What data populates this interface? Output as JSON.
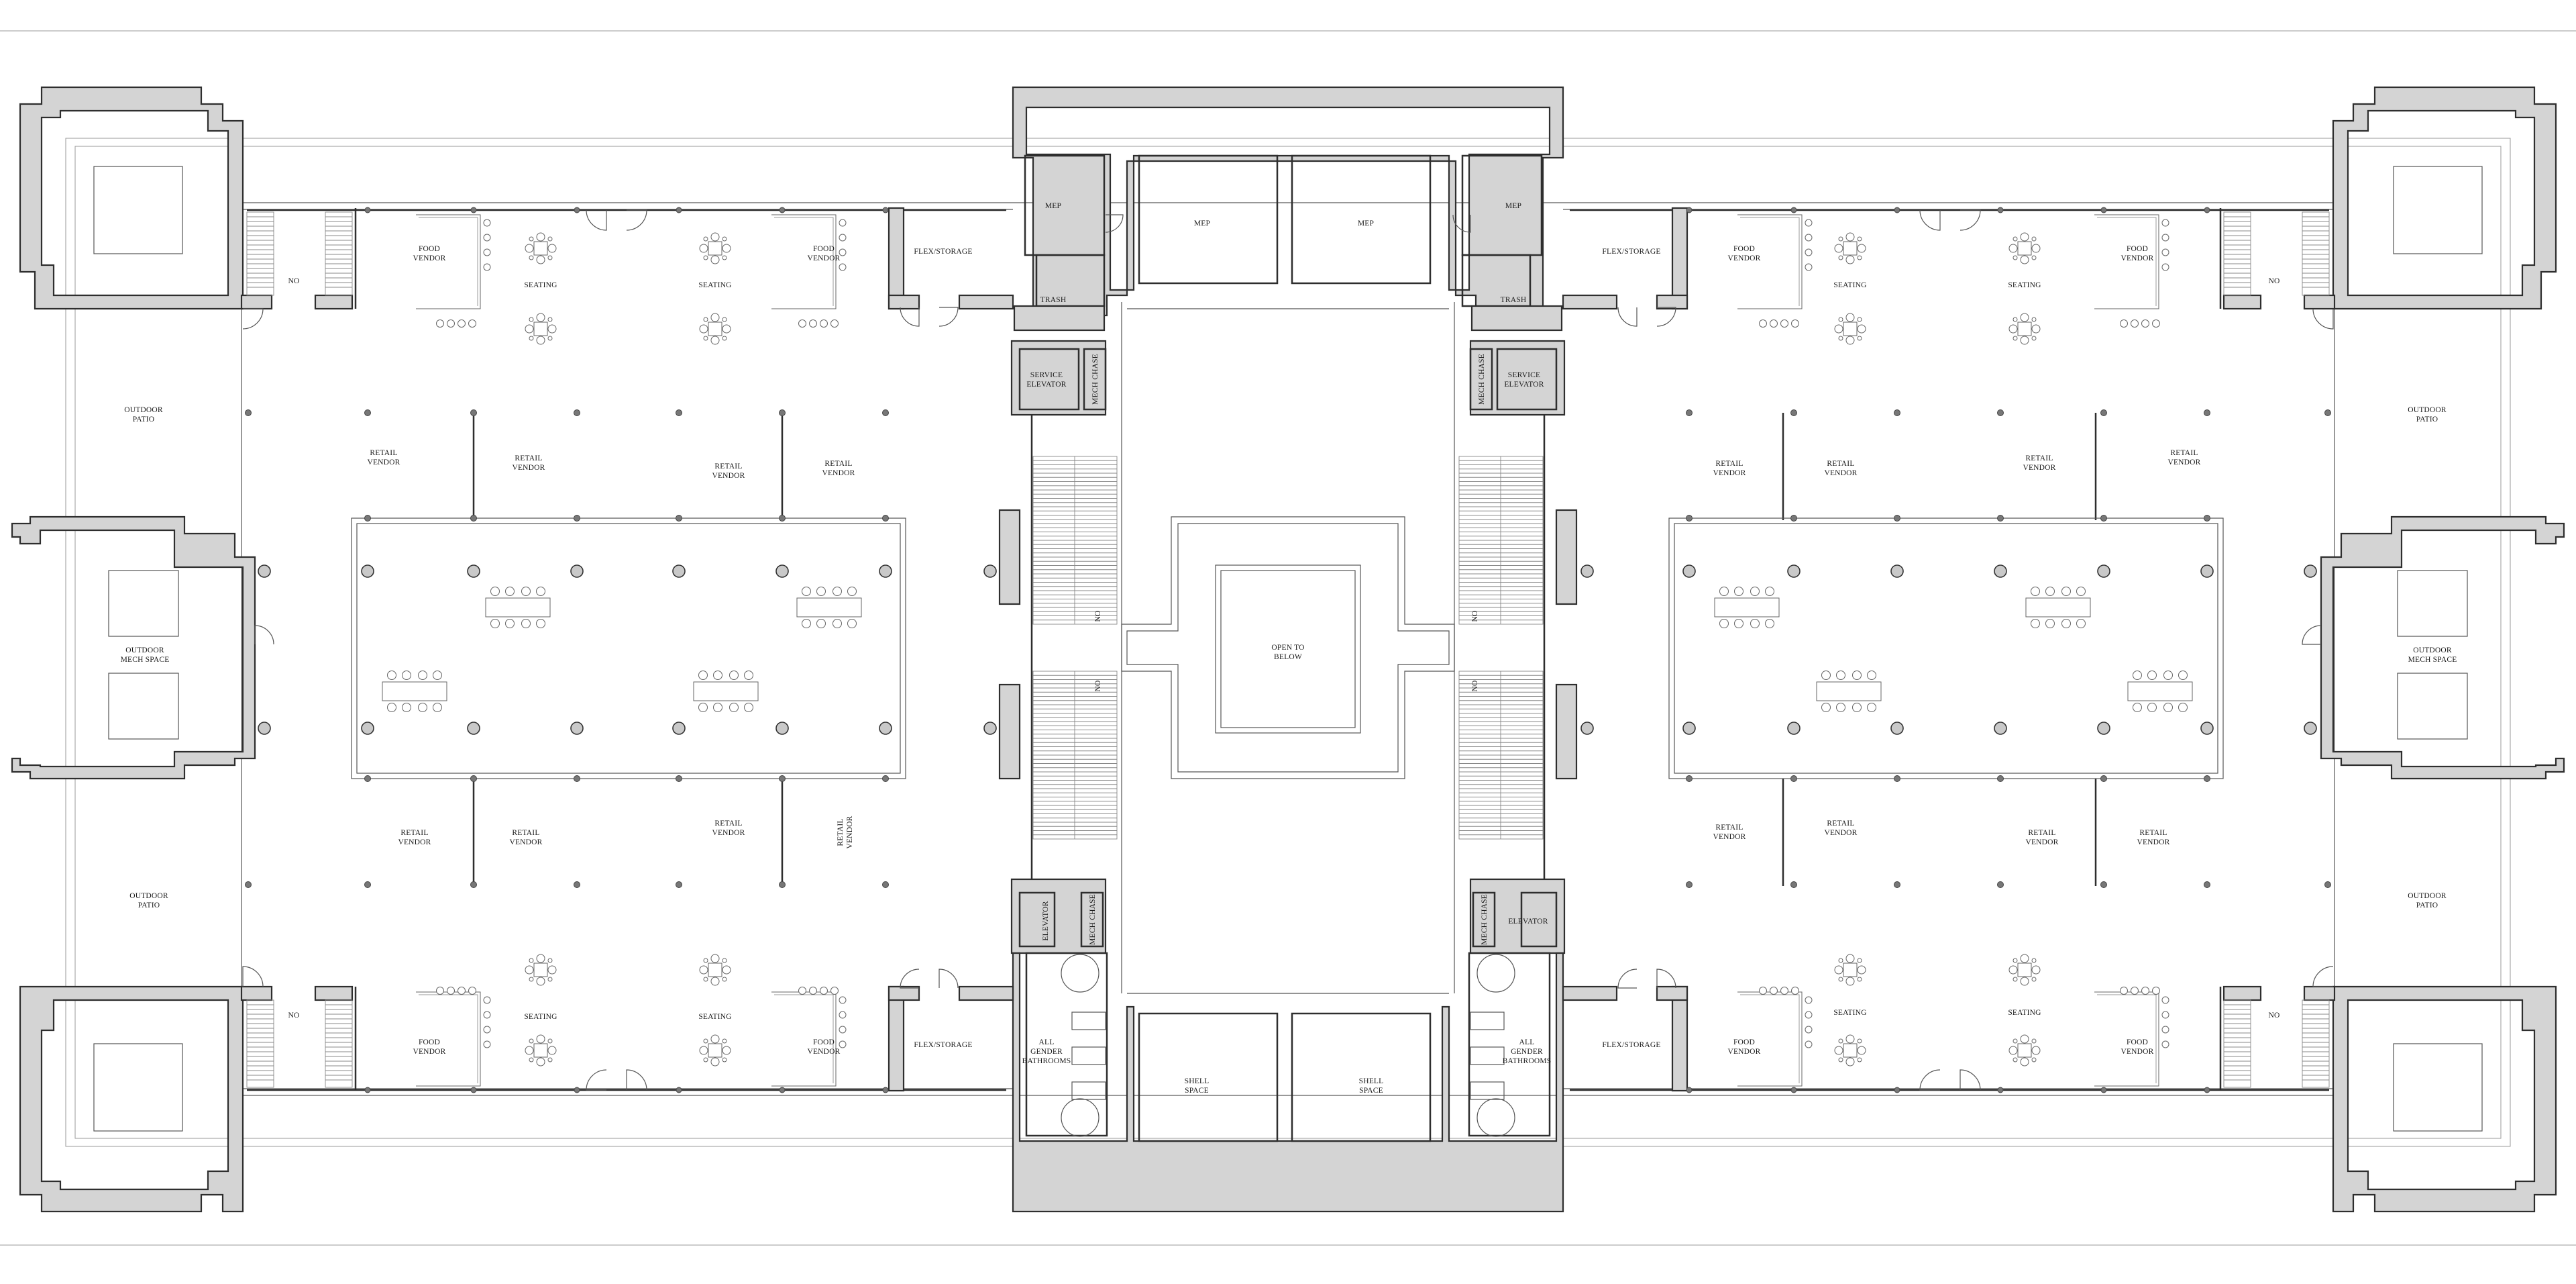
{
  "plan": {
    "labels": {
      "mep": "MEP",
      "trash": "TRASH",
      "service_elevator": [
        "SERVICE",
        "ELEVATOR"
      ],
      "mech_chase": "MECH CHASE",
      "elevator": "ELEVATOR",
      "flex_storage": "FLEX/STORAGE",
      "food_vendor": [
        "FOOD",
        "VENDOR"
      ],
      "seating": "SEATING",
      "retail_vendor": [
        "RETAIL",
        "VENDOR"
      ],
      "outdoor_patio": [
        "OUTDOOR",
        "PATIO"
      ],
      "outdoor_mech_space": [
        "OUTDOOR",
        "MECH SPACE"
      ],
      "open_to_below": [
        "OPEN TO",
        "BELOW"
      ],
      "all_gender_bathrooms": [
        "ALL",
        "GENDER",
        "BATHROOMS"
      ],
      "shell_space": [
        "SHELL",
        "SPACE"
      ],
      "up_marker": "NO"
    }
  }
}
